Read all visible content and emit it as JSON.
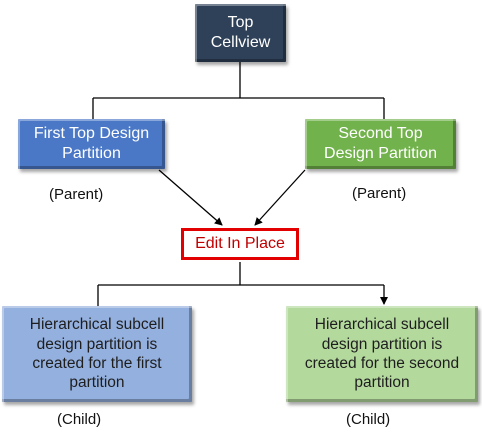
{
  "nodes": {
    "top_cellview": "Top\nCellview",
    "first_partition": "First Top Design\nPartition",
    "second_partition": "Second Top\nDesign Partition",
    "edit_in_place": "Edit In Place",
    "first_child": "Hierarchical subcell\ndesign partition is\ncreated for the first\npartition",
    "second_child": "Hierarchical subcell\ndesign partition is\ncreated for the second\npartition"
  },
  "tags": {
    "parent_left": "(Parent)",
    "parent_right": "(Parent)",
    "child_left": "(Child)",
    "child_right": "(Child)"
  },
  "colors": {
    "top_cellview": "#2f4158",
    "first_partition": "#4a78c6",
    "second_partition": "#72b24c",
    "edit_in_place_border": "#e30000",
    "first_child": "#94b0de",
    "second_child": "#b3d99d"
  }
}
